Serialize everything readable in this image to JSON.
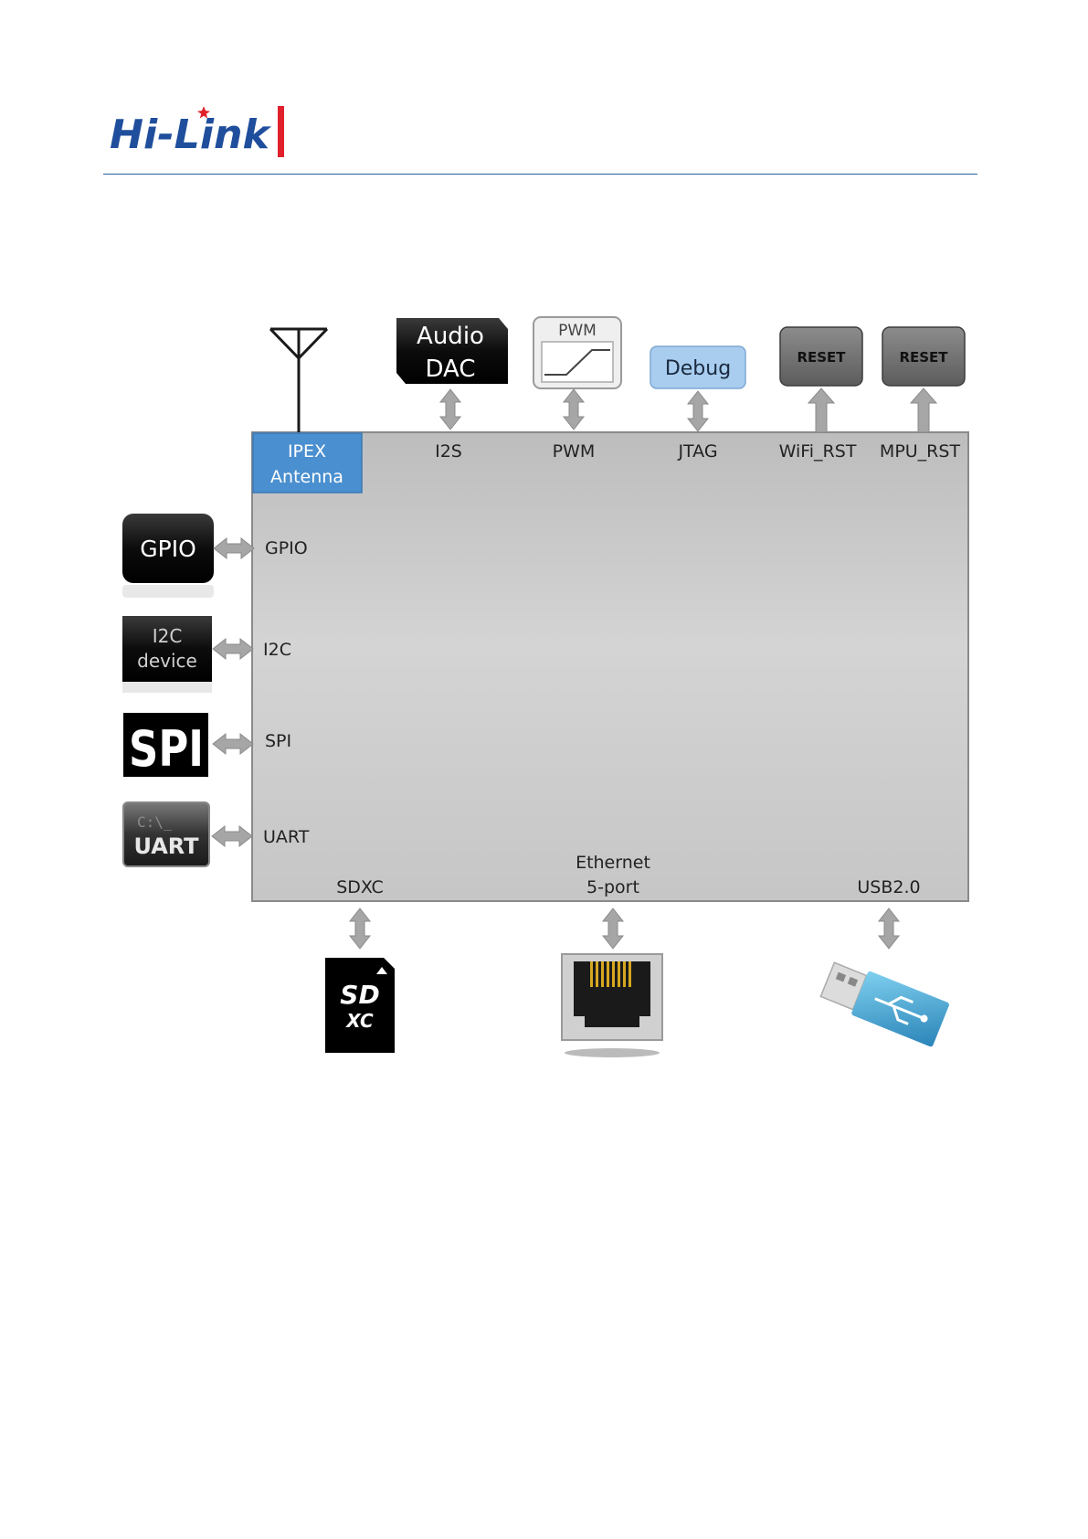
{
  "header": {
    "brand": "Hi-Link",
    "rule_color": "#2e5f99",
    "logo_blue": "#1f4e9c",
    "logo_red": "#e0212b"
  },
  "diagram": {
    "top_ports": {
      "antenna": "IPEX\nAntenna",
      "i2s": "I2S",
      "pwm": "PWM",
      "jtag": "JTAG",
      "wifi_rst": "WiFi_RST",
      "mpu_rst": "MPU_RST"
    },
    "left_ports": {
      "gpio": "GPIO",
      "i2c": "I2C",
      "spi": "SPI",
      "uart": "UART"
    },
    "bottom_ports": {
      "sdxc": "SDXC",
      "ethernet": "Ethernet\n5-port",
      "usb": "USB2.0"
    },
    "external": {
      "audio_dac": "Audio\nDAC",
      "pwm_box": "PWM",
      "debug": "Debug",
      "reset_wifi": "RESET",
      "reset_mpu": "RESET",
      "gpio_device": "GPIO",
      "i2c_device": "I2C\ndevice",
      "spi_device": "SPI",
      "uart_device": "UART",
      "uart_prompt": "C:\\_",
      "sd_logo": "SD",
      "sd_xc": "XC"
    },
    "colors": {
      "module_fill_top": "#bfbfbf",
      "module_fill_mid": "#d2d2d2",
      "module_border": "#8a8a8a",
      "antenna_label_fill": "#4a8fcf",
      "debug_fill": "#a9cdef",
      "reset_fill": "#6e6e6e",
      "arrow_fill": "#a6a6a6",
      "usb_blue": "#3a9cc9"
    }
  }
}
